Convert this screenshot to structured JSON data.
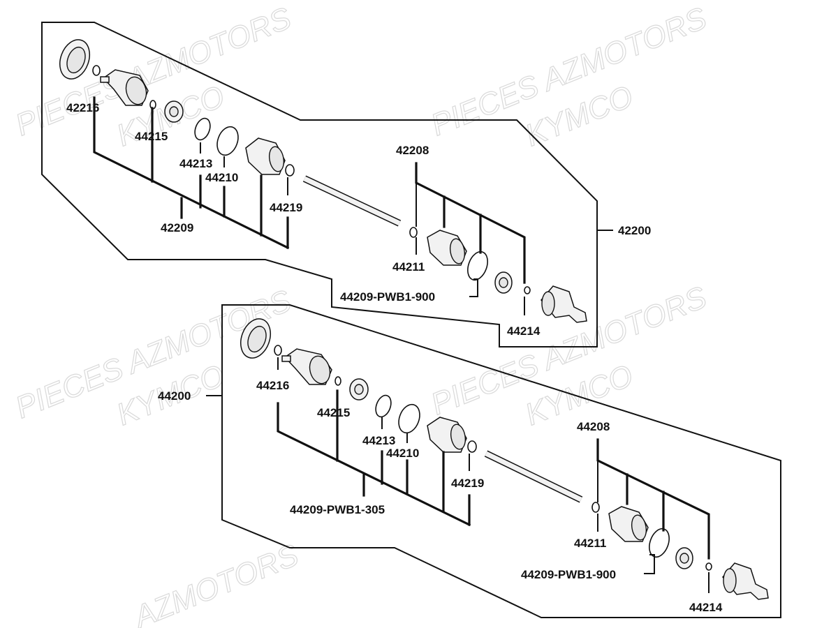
{
  "watermarks": [
    "PIECES AZMOTORS",
    "KYMCO",
    "PIECES AZMOTORS",
    "KYMCO",
    "PIECES AZMOTORS",
    "KYMCO",
    "PIECES AZMOTORS",
    "KYMCO",
    "AZMOTORS"
  ],
  "upper_assembly": {
    "assembly_number": "42200",
    "labels": {
      "l42216": "42216",
      "l44215": "44215",
      "l44213": "44213",
      "l44210": "44210",
      "l44219": "44219",
      "l42209": "42209",
      "l42208": "42208",
      "l44211": "44211",
      "l44209_pwb1_900": "44209-PWB1-900",
      "l44214": "44214"
    }
  },
  "lower_assembly": {
    "assembly_number": "44200",
    "labels": {
      "l44216": "44216",
      "l44215": "44215",
      "l44213": "44213",
      "l44210": "44210",
      "l44219": "44219",
      "l44209_pwb1_305": "44209-PWB1-305",
      "l44208": "44208",
      "l44211": "44211",
      "l44209_pwb1_900": "44209-PWB1-900",
      "l44214": "44214"
    }
  }
}
